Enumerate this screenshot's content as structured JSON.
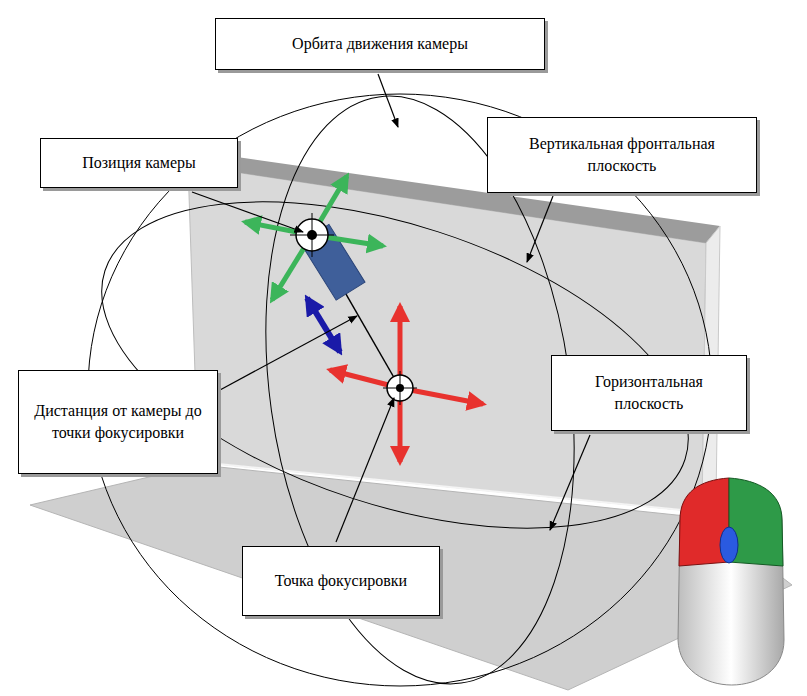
{
  "diagram": {
    "nodes": [
      {
        "text": [
          "Орбита движения камеры"
        ]
      },
      {
        "text": [
          "Позиция камеры"
        ]
      },
      {
        "text": [
          "Вертикальная фронтальная плоскость"
        ]
      },
      {
        "text": [
          "Дистанция от камеры до точки фокусировки"
        ]
      },
      {
        "text": [
          "Горизонтальная плоскость"
        ]
      },
      {
        "text": [
          "Точка фокусировки"
        ]
      }
    ]
  }
}
